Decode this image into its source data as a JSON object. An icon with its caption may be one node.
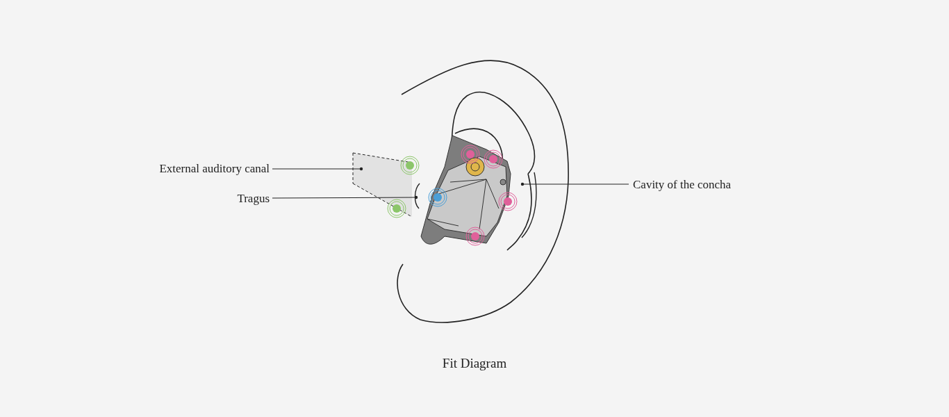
{
  "diagram": {
    "caption": "Fit Diagram",
    "nodes": [
      {
        "text": [
          "External auditory canal"
        ]
      },
      {
        "text": [],
        "shape": "picture"
      },
      {
        "text": [
          "Tragus"
        ]
      },
      {
        "text": [],
        "shape": "picture"
      },
      {
        "text": [
          "Cavity of the concha"
        ]
      },
      {
        "text": [],
        "shape": "picture"
      },
      {
        "text": [],
        "shape": "picture"
      }
    ],
    "edges": [
      {
        "from": 0,
        "to": 1,
        "arrow": "other"
      },
      {
        "from": 2,
        "to": 3,
        "arrow": "other"
      },
      {
        "from": 4,
        "to": 5,
        "arrow": "other"
      }
    ]
  }
}
